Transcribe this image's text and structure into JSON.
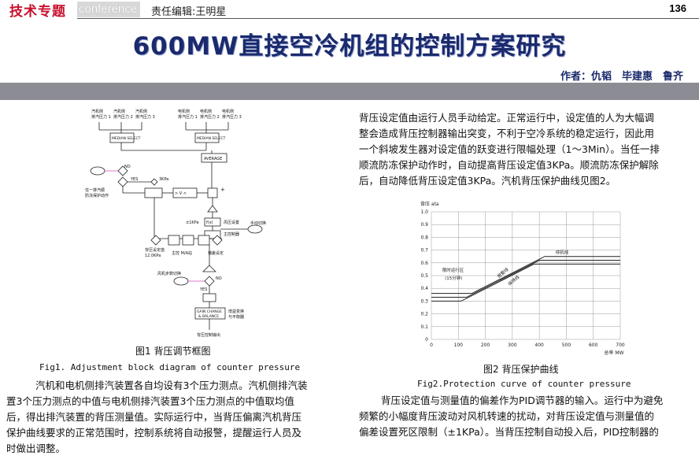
{
  "header": {
    "tag": "技术专题",
    "conference": "conference",
    "editor": "责任编辑:王明星",
    "page_number": "136"
  },
  "article": {
    "title": "600MW直接空冷机组的控制方案研究",
    "authors": "作者：仇韬　毕建惠　鲁齐"
  },
  "figure1": {
    "caption_cn": "图1 背压调节框图",
    "caption_en": "Fig1. Adjustment block diagram of counter pressure",
    "labels": {
      "steam1": "汽机侧",
      "steam2": "排汽压力 1",
      "steam3": "汽机侧",
      "steam4": "排汽压力 2",
      "steam5": "汽机侧",
      "steam6": "排汽压力 3",
      "elec1": "电机侧",
      "elec2": "排汽压力 1",
      "elec3": "电机侧",
      "elec4": "排汽压力 2",
      "elec5": "电机侧",
      "elec6": "排汽压力 3",
      "median": "MEDIAN SELECT",
      "average": "AVERAGE",
      "no1": "NO",
      "yes1": "YES",
      "kpa3": "3KPa",
      "trigger1": "任一排汽顺",
      "trigger2": "防冻保护动作",
      "vgt": "> V <",
      "plus": "+",
      "fx": "f(x)",
      "onekpa": "±1KPa",
      "wind": "风压设置",
      "mainctrl": "主控制器",
      "manual": "手动切换",
      "setpoint1": "背压设定值",
      "setpoint2": "12.0KPa",
      "mam": "主控 M/A站",
      "deviation": "偏差设定",
      "fanswitch": "风机步数切换",
      "no2": "NO",
      "yes2": "YES",
      "gain1": "GAIN CHANGE",
      "gain2": "& BALANCE",
      "gain3": "增益变换",
      "gain4": "与平衡器",
      "output": "背压控制输出"
    }
  },
  "left_text": [
    "汽机和电机侧排汽装置各自均设有3个压力测点。汽机侧排汽装",
    "置3个压力测点的中值与电机侧排汽装置3个压力测点的中值取均值",
    "后，得出排汽装置的背压测量值。实际运行中，当背压偏离汽机背压",
    "保护曲线要求的正常范围时，控制系统将自动报警，提醒运行人员及",
    "时做出调整。"
  ],
  "right_text_top": [
    "背压设定值由运行人员手动给定。正常运行中，设定值的人为大幅调",
    "整会造成背压控制器输出突变，不利于空冷系统的稳定运行，因此用",
    "一个斜坡发生器对设定值的跃变进行限幅处理（1～3Min）。当任一排",
    "顺流防冻保护动作时，自动提高背压设定值3KPa。顺流防冻保护解除",
    "后，自动降低背压设定值3KPa。汽机背压保护曲线见图2。"
  ],
  "right_text_bottom": [
    "背压设定值与测量值的偏差作为PID调节器的输入。运行中为避免",
    "频繁的小幅度背压波动对风机转速的扰动，对背压设定值与测量值的",
    "偏差设置死区限制（±1KPa）。当背压控制自动投入后，PID控制器的"
  ],
  "figure2": {
    "caption_cn": "图2 背压保护曲线",
    "caption_en": "Fig2.Protection curve of counter pressure"
  },
  "chart_data": {
    "type": "line",
    "ylabel": "背压 ata",
    "xlabel": "总率 MW",
    "xlim": [
      0,
      700
    ],
    "ylim": [
      0,
      1.0
    ],
    "x_ticks": [
      0,
      100,
      200,
      300,
      400,
      500,
      600,
      700
    ],
    "y_ticks": [
      0,
      0.1,
      0.2,
      0.3,
      0.4,
      0.5,
      0.6,
      0.7,
      0.8,
      0.9,
      1.0
    ],
    "grid": true,
    "annotations": [
      "停机线",
      "报警线",
      "保持线",
      "限时运行区",
      "(15分钟)"
    ],
    "series": [
      {
        "x": [
          0,
          150,
          420,
          700
        ],
        "y": [
          0.36,
          0.36,
          0.65,
          0.65
        ]
      },
      {
        "x": [
          0,
          130,
          400,
          700
        ],
        "y": [
          0.33,
          0.33,
          0.62,
          0.62
        ]
      },
      {
        "x": [
          0,
          110,
          380,
          700
        ],
        "y": [
          0.3,
          0.3,
          0.59,
          0.59
        ]
      }
    ]
  }
}
